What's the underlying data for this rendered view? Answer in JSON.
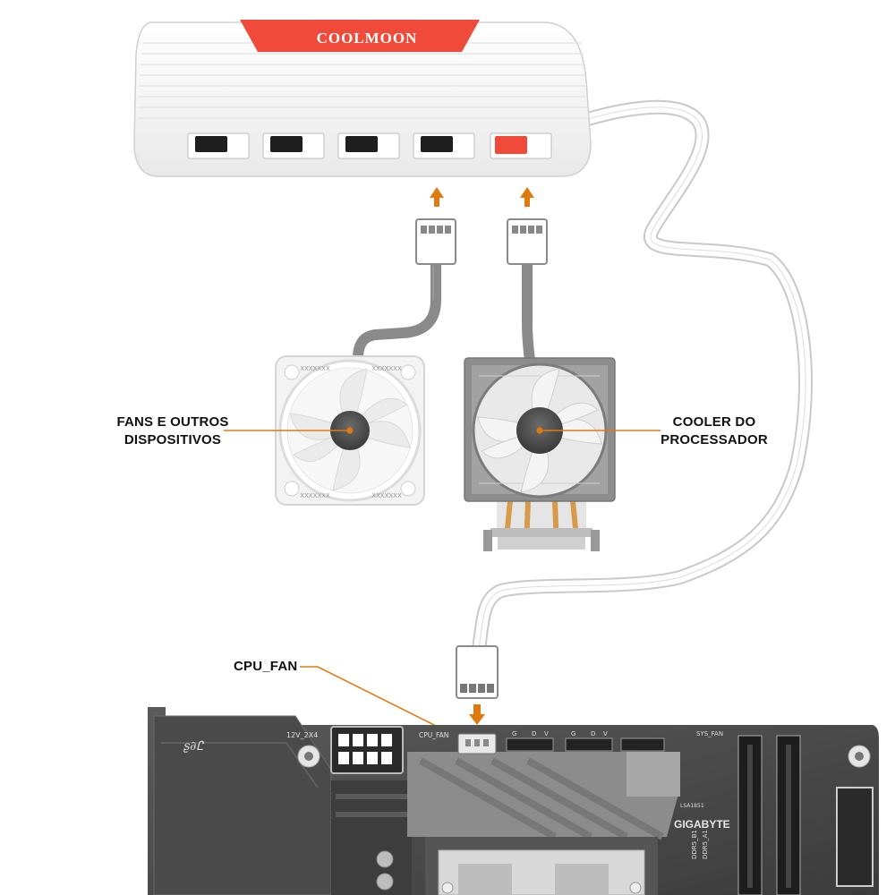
{
  "brand": {
    "name": "COOLMOON",
    "color": "#f04b3a"
  },
  "hub": {
    "port_count": 5,
    "highlighted_port": 5,
    "body_color": "#ffffff"
  },
  "labels": {
    "fans_line1": "FANS E OUTROS",
    "fans_line2": "DISPOSITIVOS",
    "cooler_line1": "COOLER DO",
    "cooler_line2": "PROCESSADOR",
    "cpu_fan": "CPU_FAN"
  },
  "fan_frame_text": "XXXXXXX",
  "board": {
    "brand": "GIGABYTE",
    "header_12v": "12V_2X4",
    "header_cpu": "CPU_FAN",
    "header_sys": "SYS_FAN",
    "header_g": "G",
    "header_d": "D",
    "header_v": "V",
    "ls_label": "LSA1851",
    "ddr_b1": "DDR5_B1",
    "ddr_a1": "DDR5_A1"
  },
  "accent_color": "#e07a10",
  "cable_color": "#8a8a8a"
}
